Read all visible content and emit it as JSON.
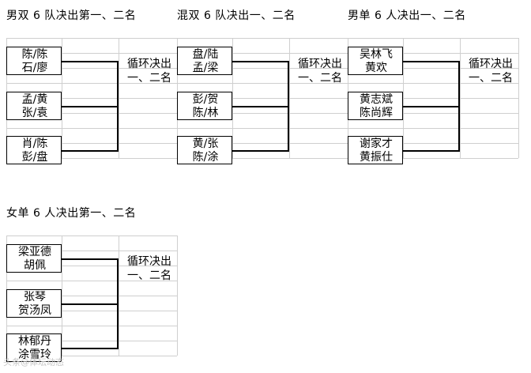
{
  "brackets": [
    {
      "title": "男双 6 队决出第一、二名",
      "teams": [
        {
          "p1": "陈/陈",
          "p2": "石/廖"
        },
        {
          "p1": "孟/黄",
          "p2": "张/袁"
        },
        {
          "p1": "肖/陈",
          "p2": "彭/盘"
        }
      ],
      "result": {
        "line1": "循环决出",
        "line2": "一、二名"
      }
    },
    {
      "title": "混双 6 队决出一、二名",
      "teams": [
        {
          "p1": "盘/陆",
          "p2": "孟/梁"
        },
        {
          "p1": "彭/贺",
          "p2": "陈/林"
        },
        {
          "p1": "黄/张",
          "p2": "陈/涂"
        }
      ],
      "result": {
        "line1": "循环决出",
        "line2": "一、二名"
      }
    },
    {
      "title": "男单 6 人决出一、二名",
      "teams": [
        {
          "p1": "吴林飞",
          "p2": "黄欢"
        },
        {
          "p1": "黄志斌",
          "p2": "陈尚辉"
        },
        {
          "p1": "谢家才",
          "p2": "黄振仕"
        }
      ],
      "result": {
        "line1": "循环决出",
        "line2": "一、二名"
      }
    },
    {
      "title": "女单 6 人决出第一、二名",
      "teams": [
        {
          "p1": "梁亚德",
          "p2": "胡佩"
        },
        {
          "p1": "张琴",
          "p2": "贺汤凤"
        },
        {
          "p1": "林郁丹",
          "p2": "涂雪玲"
        }
      ],
      "result": {
        "line1": "循环决出",
        "line2": "一、二名"
      }
    }
  ],
  "watermark": "头条@体坛动态"
}
